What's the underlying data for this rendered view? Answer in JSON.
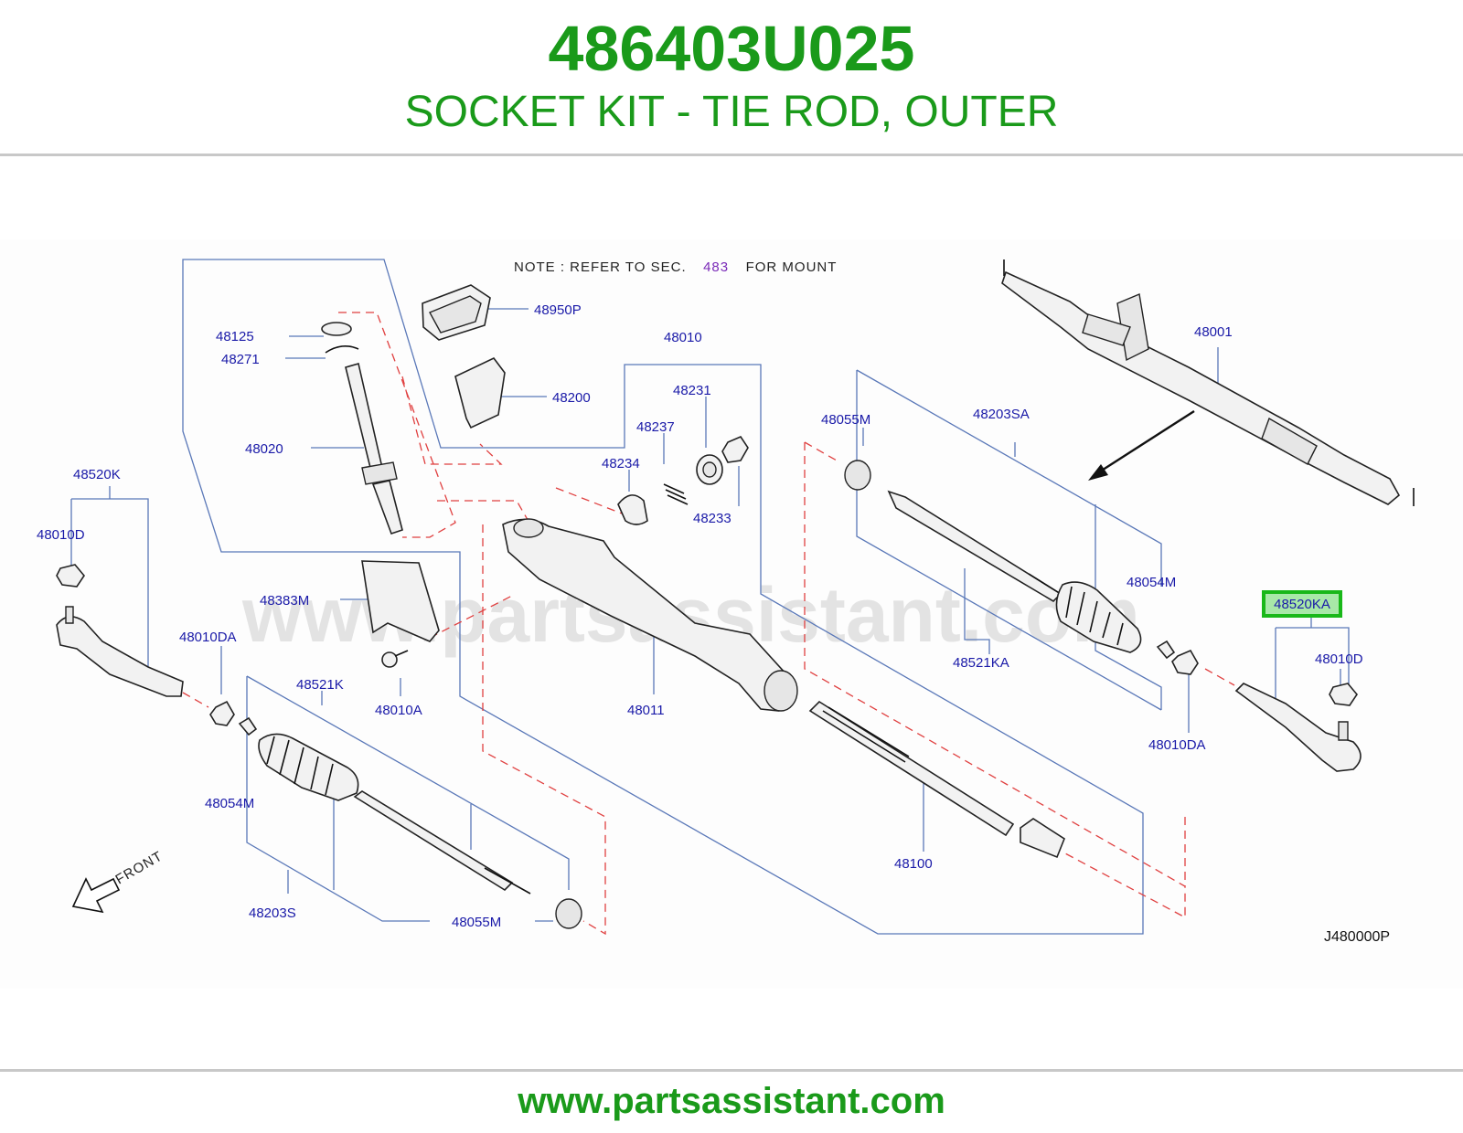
{
  "header": {
    "part_number": "486403U025",
    "part_name": "SOCKET KIT - TIE ROD, OUTER"
  },
  "diagram": {
    "note_prefix": "NOTE : REFER TO SEC.",
    "note_ref": "483",
    "note_suffix": "FOR MOUNT",
    "watermark": "www.partsassistant.com",
    "drawing_code": "J480000P",
    "front_label": "FRONT",
    "highlighted_part": "48520KA",
    "labels": {
      "l48950P": "48950P",
      "l48125": "48125",
      "l48271": "48271",
      "l48200": "48200",
      "l48020": "48020",
      "l48010": "48010",
      "l48231": "48231",
      "l48237": "48237",
      "l48234": "48234",
      "l48233": "48233",
      "l48001": "48001",
      "l48055M_top": "48055M",
      "l48203SA": "48203SA",
      "l48054M_right": "48054M",
      "l48521KA": "48521KA",
      "l48010DA_right": "48010DA",
      "l48010D_right": "48010D",
      "l48520K": "48520K",
      "l48010D_left": "48010D",
      "l48383M": "48383M",
      "l48010DA_left": "48010DA",
      "l48010A": "48010A",
      "l48011": "48011",
      "l48521K": "48521K",
      "l48054M_left": "48054M",
      "l48203S": "48203S",
      "l48055M_bottom": "48055M",
      "l48100": "48100"
    }
  },
  "colors": {
    "brand_green": "#1a9a1a",
    "label_blue": "#1a1aa8",
    "leader_blue": "#5a78b8",
    "dashed_red": "#e04040",
    "highlight_border": "#19b819",
    "highlight_fill": "#a8e8a8"
  },
  "footer": {
    "url": "www.partsassistant.com"
  }
}
